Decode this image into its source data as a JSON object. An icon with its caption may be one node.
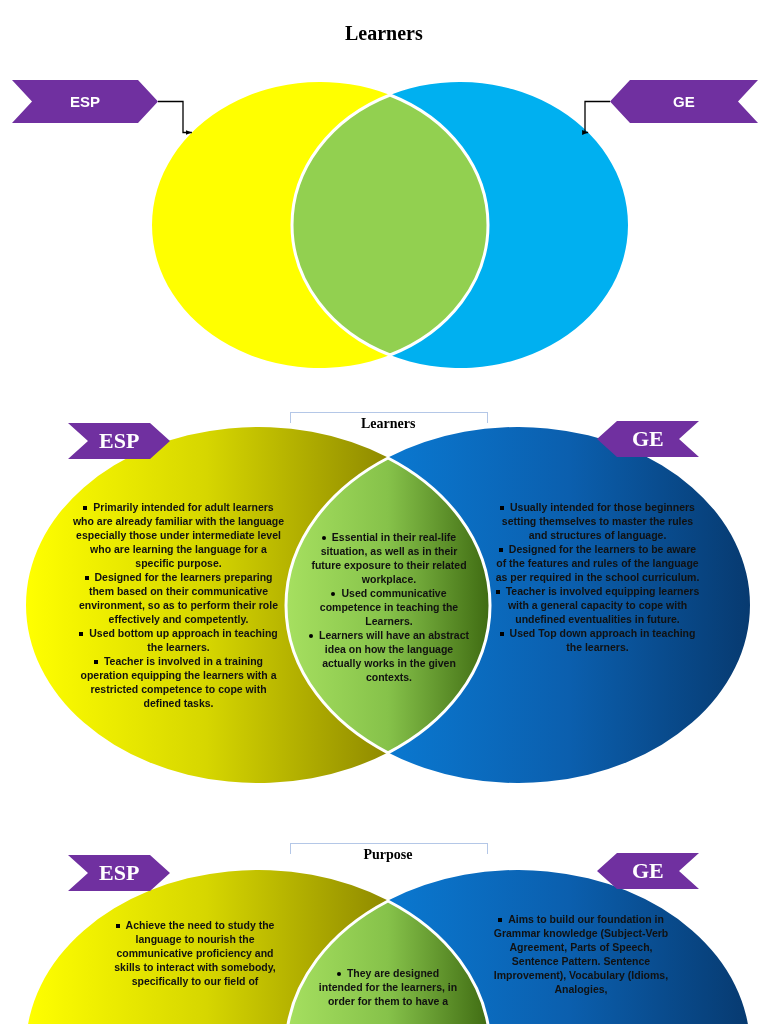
{
  "diagram": {
    "title": "Learners",
    "nodes": [
      {
        "text": [
          "ESP"
        ]
      },
      {
        "text": [
          "GE"
        ]
      },
      {
        "text": [],
        "shape": "circle"
      },
      {
        "text": [],
        "shape": "lens"
      },
      {
        "text": [],
        "shape": "circle"
      },
      {
        "text": [
          "ESP"
        ]
      },
      {
        "text": [
          "GE"
        ]
      },
      {
        "text": [
          "Primarily intended for adult learners who are already familiar with the language especially those under intermediate level who are learning the language for a specific purpose.",
          "Designed for the learners preparing them based on their communicative environment, so as to perform their role effectively and competently.",
          "Used bottom up approach in teaching the learners.",
          "Teacher is involved in a training operation equipping the learners with a restricted competence to cope with defined tasks."
        ]
      },
      {
        "text": [
          "Essential in their real-life situation, as well as in their future exposure to their related workplace.",
          "Used communicative competence in teaching the Learners.",
          "Learners will have an abstract idea on how the language actually works in the given contexts."
        ]
      },
      {
        "text": [
          "Usually intended for those beginners setting themselves to master the rules and structures of language.",
          "Designed for the learners to be aware of the features and rules of the language as per required in the school curriculum.",
          "Teacher is involved equipping learners with a general capacity to cope with undefined eventualities in future.",
          "Used Top down approach in teaching the learners."
        ]
      },
      {
        "text": [
          "ESP"
        ]
      },
      {
        "text": [
          "GE"
        ]
      },
      {
        "text": [
          "Achieve the need to study the language to nourish the communicative proficiency and skills to interact with somebody, specifically to our field of"
        ]
      },
      {
        "text": [
          "They are designed intended for the learners, in order for them to have a"
        ]
      },
      {
        "text": [
          "Aims to build our foundation in Grammar knowledge (Subject-Verb Agreement, Parts of Speech, Sentence Pattern. Sentence Improvement), Vocabulary (Idioms, Analogies,"
        ]
      }
    ],
    "edges": [
      {
        "from": 0,
        "to": 2,
        "arrow": "to"
      },
      {
        "from": 1,
        "to": 4,
        "arrow": "to"
      }
    ],
    "labels": [
      "Learners",
      "Purpose"
    ]
  }
}
